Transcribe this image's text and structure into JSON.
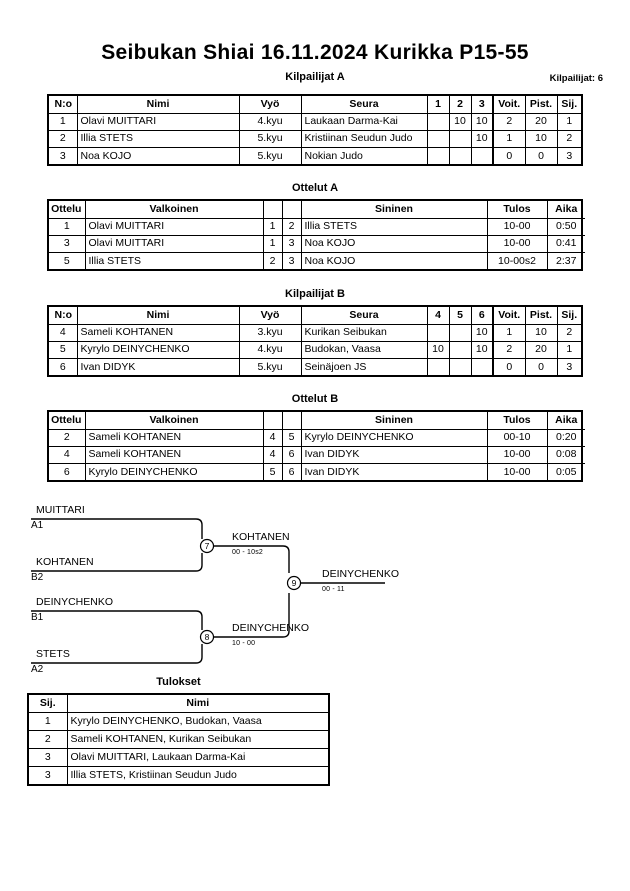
{
  "header": {
    "title": "Seibukan Shiai  16.11.2024  Kurikka   P15-55",
    "entrant_count_label": "Kilpailijat: 6"
  },
  "pool_a": {
    "caption": "Kilpailijat A",
    "columns": [
      "N:o",
      "Nimi",
      "Vyö",
      "Seura",
      "1",
      "2",
      "3",
      "Voit.",
      "Pist.",
      "Sij."
    ],
    "rows": [
      {
        "no": "1",
        "name": "Olavi MUITTARI",
        "grade": "4.kyu",
        "club": "Laukaan Darma-Kai",
        "m1": "",
        "m2": "10",
        "m3": "10",
        "wins": "2",
        "points": "20",
        "rank": "1"
      },
      {
        "no": "2",
        "name": "Illia STETS",
        "grade": "5.kyu",
        "club": "Kristiinan Seudun Judo",
        "m1": "",
        "m2": "",
        "m3": "10",
        "wins": "1",
        "points": "10",
        "rank": "2"
      },
      {
        "no": "3",
        "name": "Noa KOJO",
        "grade": "5.kyu",
        "club": "Nokian Judo",
        "m1": "",
        "m2": "",
        "m3": "",
        "wins": "0",
        "points": "0",
        "rank": "3"
      }
    ]
  },
  "matches_a": {
    "caption": "Ottelut A",
    "columns": [
      "Ottelu",
      "Valkoinen",
      "",
      "",
      "Sininen",
      "Tulos",
      "Aika"
    ],
    "rows": [
      {
        "no": "1",
        "white": "Olavi MUITTARI",
        "wn": "1",
        "bn": "2",
        "blue": "Illia STETS",
        "result": "10-00",
        "time": "0:50"
      },
      {
        "no": "3",
        "white": "Olavi MUITTARI",
        "wn": "1",
        "bn": "3",
        "blue": "Noa KOJO",
        "result": "10-00",
        "time": "0:41"
      },
      {
        "no": "5",
        "white": "Illia STETS",
        "wn": "2",
        "bn": "3",
        "blue": "Noa KOJO",
        "result": "10-00s2",
        "time": "2:37"
      }
    ]
  },
  "pool_b": {
    "caption": "Kilpailijat B",
    "columns": [
      "N:o",
      "Nimi",
      "Vyö",
      "Seura",
      "4",
      "5",
      "6",
      "Voit.",
      "Pist.",
      "Sij."
    ],
    "rows": [
      {
        "no": "4",
        "name": "Sameli KOHTANEN",
        "grade": "3.kyu",
        "club": "Kurikan Seibukan",
        "m1": "",
        "m2": "",
        "m3": "10",
        "wins": "1",
        "points": "10",
        "rank": "2"
      },
      {
        "no": "5",
        "name": "Kyrylo DEINYCHENKO",
        "grade": "4.kyu",
        "club": "Budokan, Vaasa",
        "m1": "10",
        "m2": "",
        "m3": "10",
        "wins": "2",
        "points": "20",
        "rank": "1"
      },
      {
        "no": "6",
        "name": "Ivan DIDYK",
        "grade": "5.kyu",
        "club": "Seinäjoen JS",
        "m1": "",
        "m2": "",
        "m3": "",
        "wins": "0",
        "points": "0",
        "rank": "3"
      }
    ]
  },
  "matches_b": {
    "caption": "Ottelut B",
    "columns": [
      "Ottelu",
      "Valkoinen",
      "",
      "",
      "Sininen",
      "Tulos",
      "Aika"
    ],
    "rows": [
      {
        "no": "2",
        "white": "Sameli KOHTANEN",
        "wn": "4",
        "bn": "5",
        "blue": "Kyrylo DEINYCHENKO",
        "result": "00-10",
        "time": "0:20"
      },
      {
        "no": "4",
        "white": "Sameli KOHTANEN",
        "wn": "4",
        "bn": "6",
        "blue": "Ivan DIDYK",
        "result": "10-00",
        "time": "0:08"
      },
      {
        "no": "6",
        "white": "Kyrylo DEINYCHENKO",
        "wn": "5",
        "bn": "6",
        "blue": "Ivan DIDYK",
        "result": "10-00",
        "time": "0:05"
      }
    ]
  },
  "bracket": {
    "entries": [
      {
        "name": "MUITTARI",
        "seed": "A1"
      },
      {
        "name": "KOHTANEN",
        "seed": "B2"
      },
      {
        "name": "DEINYCHENKO",
        "seed": "B1"
      },
      {
        "name": "STETS",
        "seed": "A2"
      }
    ],
    "matches": [
      {
        "number": "7",
        "winner": "KOHTANEN",
        "score": "00 - 10s2"
      },
      {
        "number": "8",
        "winner": "DEINYCHENKO",
        "score": "10 - 00"
      },
      {
        "number": "9",
        "winner": "DEINYCHENKO",
        "score": "00 - 11"
      }
    ]
  },
  "results": {
    "caption": "Tulokset",
    "columns": [
      "Sij.",
      "Nimi"
    ],
    "rows": [
      {
        "rank": "1",
        "name": "Kyrylo DEINYCHENKO, Budokan, Vaasa"
      },
      {
        "rank": "2",
        "name": "Sameli KOHTANEN, Kurikan Seibukan"
      },
      {
        "rank": "3",
        "name": "Olavi MUITTARI, Laukaan Darma-Kai"
      },
      {
        "rank": "3",
        "name": "Illia STETS, Kristiinan Seudun Judo"
      }
    ]
  }
}
